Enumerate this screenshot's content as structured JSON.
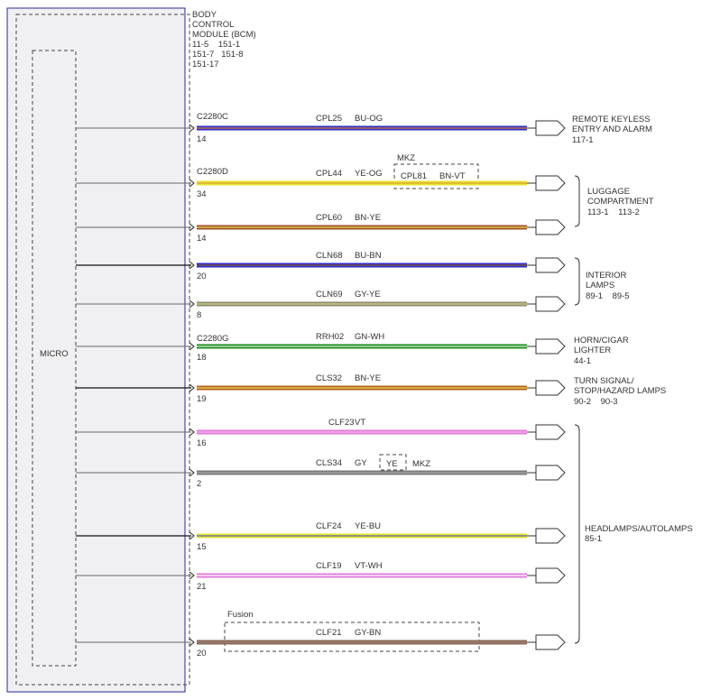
{
  "module": {
    "name_lines": [
      "BODY",
      "CONTROL",
      "MODULE (BCM)"
    ],
    "ref_lines": [
      "11-5    151-1",
      "151-7   151-8",
      "151-17"
    ],
    "micro_label": "MICRO"
  },
  "connector_labels": [
    {
      "text": "C2280C",
      "circuit": 0
    },
    {
      "text": "C2280D",
      "circuit": 1
    },
    {
      "text": "C2280G",
      "circuit": 5
    }
  ],
  "circuits": [
    {
      "id": "CPL25",
      "color_code": "BU-OG",
      "pin": "14",
      "wire_color": "#2c2ccc",
      "stripe": "#e08030"
    },
    {
      "id": "CPL44",
      "color_code": "YE-OG",
      "pin": "34",
      "wire_color": "#e6e62a",
      "stripe": "#e0a040"
    },
    {
      "id": "CPL60",
      "color_code": "BN-YE",
      "pin": "14",
      "wire_color": "#a0522d",
      "stripe": "#e6d84a"
    },
    {
      "id": "CLN68",
      "color_code": "BU-BN",
      "pin": "20",
      "wire_color": "#2c2ccc",
      "stripe": "#8b5a2b"
    },
    {
      "id": "CLN69",
      "color_code": "GY-YE",
      "pin": "8",
      "wire_color": "#8a8a7a",
      "stripe": "#d8d860"
    },
    {
      "id": "RRH02",
      "color_code": "GN-WH",
      "pin": "18",
      "wire_color": "#1f8f1f",
      "stripe": "#e0f0e0"
    },
    {
      "id": "CLS32",
      "color_code": "BN-YE",
      "pin": "19",
      "wire_color": "#b5651d",
      "stripe": "#f0d060"
    },
    {
      "id": "CLF23",
      "color_code": "VT",
      "pin": "16",
      "wire_color": "#e07ad8",
      "stripe": "#f5b8f0"
    },
    {
      "id": "CLS34",
      "color_code": "GY",
      "pin": "2",
      "wire_color": "#7a7a7a",
      "stripe": "#a8a8a8"
    },
    {
      "id": "CLF24",
      "color_code": "YE-BU",
      "pin": "15",
      "wire_color": "#e6e62a",
      "stripe": "#6060c0"
    },
    {
      "id": "CLF19",
      "color_code": "VT-WH",
      "pin": "21",
      "wire_color": "#e07ad8",
      "stripe": "#ffffff"
    },
    {
      "id": "CLF21",
      "color_code": "GY-BN",
      "pin": "20",
      "wire_color": "#8a6a5a",
      "stripe": "#a08070"
    }
  ],
  "options": [
    {
      "label": "MKZ",
      "circuit": "CPL81",
      "color_code": "BN-VT"
    },
    {
      "label": "MKZ",
      "color_code": "YE"
    },
    {
      "label": "Fusion"
    }
  ],
  "destinations": [
    {
      "lines": [
        "REMOTE KEYLESS",
        "ENTRY AND ALARM"
      ],
      "ref": "117-1"
    },
    {
      "lines": [
        "LUGGAGE",
        "COMPARTMENT"
      ],
      "ref": "113-1    113-2"
    },
    {
      "lines": [
        "INTERIOR",
        "LAMPS"
      ],
      "ref": "89-1    89-5"
    },
    {
      "lines": [
        "HORN/CIGAR",
        "LIGHTER"
      ],
      "ref": "44-1"
    },
    {
      "lines": [
        "TURN SIGNAL/",
        "STOP/HAZARD LAMPS"
      ],
      "ref": "90-2    90-3"
    },
    {
      "lines": [
        "HEADLAMPS/AUTOLAMPS"
      ],
      "ref": "85-1"
    }
  ]
}
